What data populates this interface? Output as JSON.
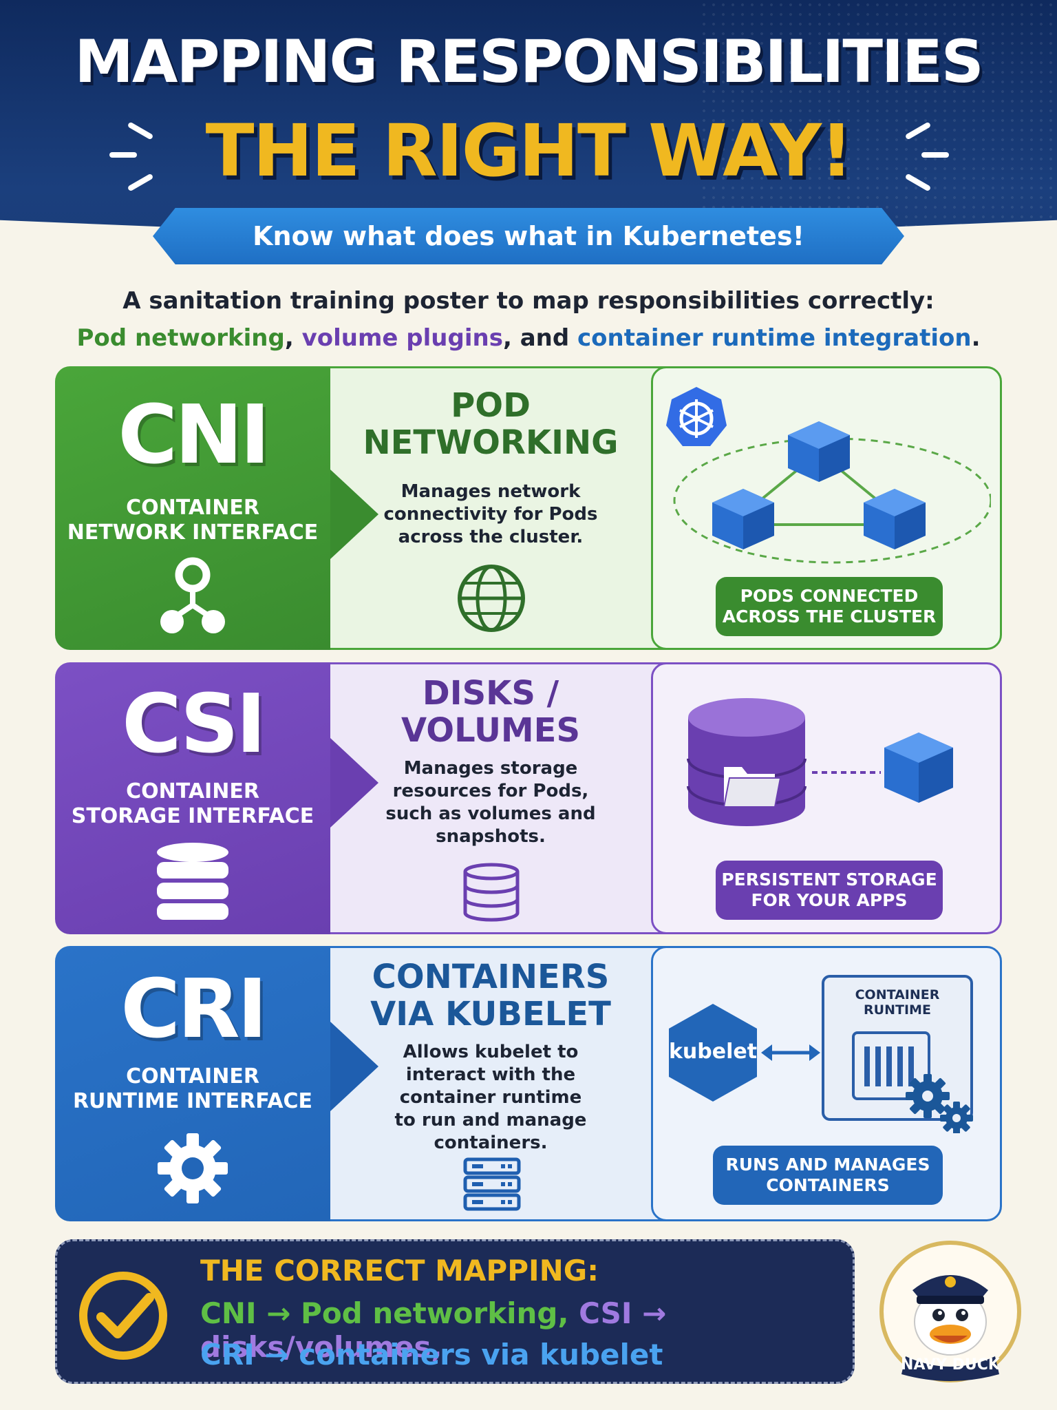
{
  "header": {
    "title_line1": "MAPPING RESPONSIBILITIES",
    "title_line2": "THE RIGHT WAY!",
    "banner": "Know what does what in Kubernetes!"
  },
  "intro": {
    "line1": "A sanitation training poster to map responsibilities correctly:",
    "term1": "Pod networking",
    "sep1": ", ",
    "term2": "volume plugins",
    "sep2": ", and ",
    "term3": "container runtime integration",
    "end": "."
  },
  "rows": [
    {
      "abbr": "CNI",
      "full_line1": "CONTAINER",
      "full_line2": "NETWORK INTERFACE",
      "title_line1": "POD",
      "title_line2": "NETWORKING",
      "desc": "Manages network connectivity for Pods across the cluster.",
      "pill_line1": "PODS CONNECTED",
      "pill_line2": "ACROSS THE CLUSTER",
      "color": "#3f9a33",
      "accent": "#2f6f2a"
    },
    {
      "abbr": "CSI",
      "full_line1": "CONTAINER",
      "full_line2": "STORAGE INTERFACE",
      "title_line1": "DISKS /",
      "title_line2": "VOLUMES",
      "desc": "Manages storage resources for Pods, such as volumes and snapshots.",
      "pill_line1": "PERSISTENT STORAGE",
      "pill_line2": "FOR YOUR APPS",
      "color": "#7146b8",
      "accent": "#5a3596"
    },
    {
      "abbr": "CRI",
      "full_line1": "CONTAINER",
      "full_line2": "RUNTIME INTERFACE",
      "title_line1": "CONTAINERS",
      "title_line2": "VIA KUBELET",
      "desc": "Allows kubelet to interact with the container runtime to run and manage containers.",
      "pill_line1": "RUNS AND MANAGES",
      "pill_line2": "CONTAINERS",
      "kubelet_label": "kubelet",
      "runtime_label": "CONTAINER RUNTIME",
      "color": "#2266b8",
      "accent": "#1b5799"
    }
  ],
  "footer": {
    "title": "THE CORRECT MAPPING:",
    "l1a": "CNI → Pod networking,",
    "l1b": " CSI → disks/volumes,",
    "l2": "CRI → containers via kubelet"
  },
  "mascot": {
    "label": "NAVY DUCK"
  }
}
